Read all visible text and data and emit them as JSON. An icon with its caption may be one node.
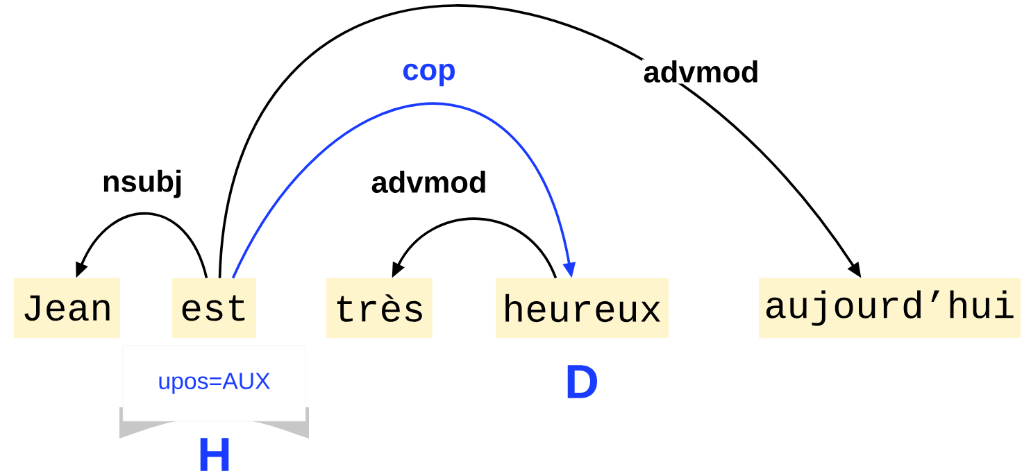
{
  "diagram": {
    "nodes": [
      {
        "text": [
          "Jean"
        ]
      },
      {
        "text": [
          "est"
        ]
      },
      {
        "text": [
          "très"
        ]
      },
      {
        "text": [
          "heureux"
        ],
        "beside": [
          "D"
        ]
      },
      {
        "text": [
          "aujourd’hui"
        ]
      },
      {
        "text": [
          "upos=AUX"
        ],
        "beside": [
          "H"
        ]
      }
    ],
    "edges": [
      {
        "from": 1,
        "to": 0,
        "arrow": "to",
        "label": "nsubj"
      },
      {
        "from": 1,
        "to": 4,
        "arrow": "to",
        "label": "advmod"
      },
      {
        "from": 1,
        "to": 3,
        "arrow": "to",
        "label": "cop",
        "color": "#1a3cff"
      },
      {
        "from": 3,
        "to": 2,
        "arrow": "to",
        "label": "advmod"
      }
    ]
  }
}
